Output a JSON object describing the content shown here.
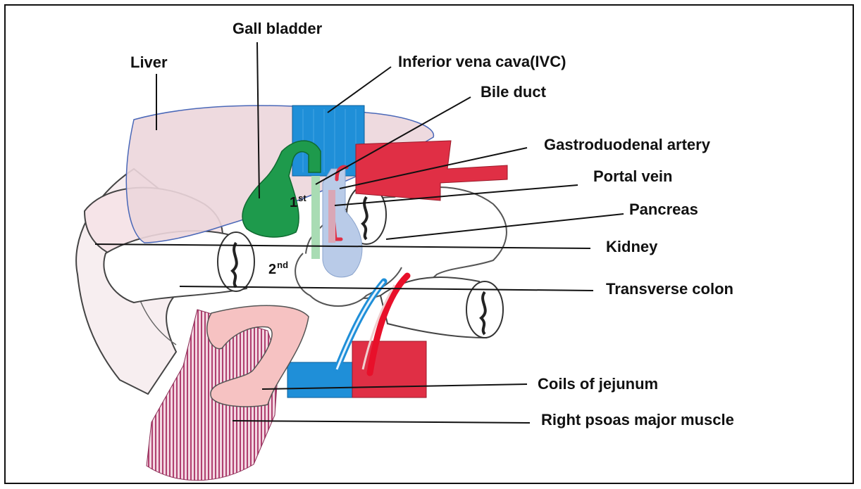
{
  "labels": {
    "gall_bladder": "Gall bladder",
    "liver": "Liver",
    "ivc": "Inferior vena cava(IVC)",
    "bile_duct": "Bile duct",
    "gastroduodenal_artery": "Gastroduodenal artery",
    "portal_vein": "Portal vein",
    "pancreas": "Pancreas",
    "kidney": "Kidney",
    "transverse_colon": "Transverse colon",
    "coils_of_jejunum": "Coils of jejunum",
    "right_psoas": "Right psoas major muscle"
  },
  "duodenum_parts": {
    "first_num": "1",
    "first_sup": "st",
    "second_num": "2",
    "second_sup": "nd"
  },
  "colors": {
    "liver": "#ecd6dc",
    "gall_bladder": "#1e9a4c",
    "ivc": "#1f8fd8",
    "aorta": "#e02f45",
    "portal_vein": "#b9cbe8",
    "bile_duct": "#a9dcb4",
    "jejunum": "#f6c2c2",
    "psoas": "#b04070"
  }
}
